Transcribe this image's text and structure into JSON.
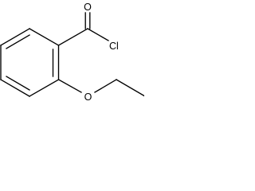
{
  "molecule": {
    "atoms": {
      "O_carbonyl": "O",
      "Cl": "Cl",
      "O_ether": "O"
    }
  }
}
